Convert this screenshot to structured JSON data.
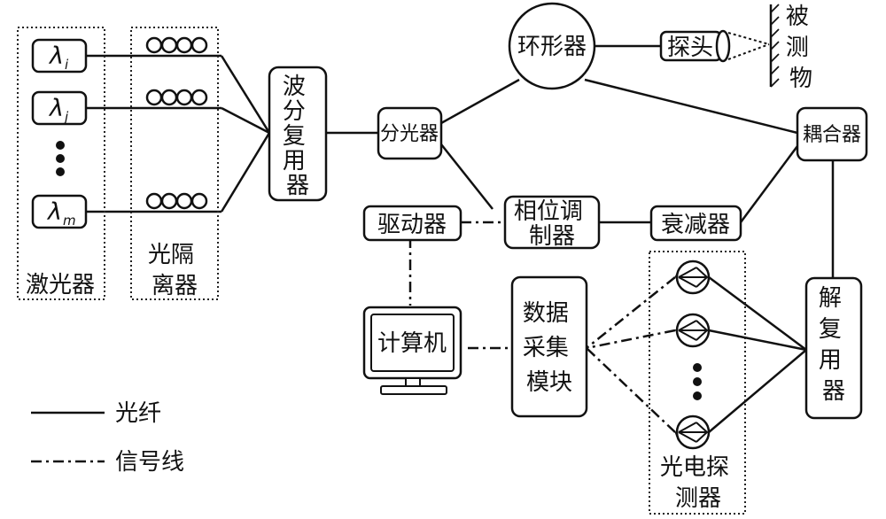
{
  "laser_group_label": "激光器",
  "isolator_group_label": "光隔离器",
  "lambda_symbol": "λ",
  "lasers": [
    {
      "subscript": "i"
    },
    {
      "subscript": "j"
    },
    {
      "subscript": "m"
    }
  ],
  "wdm_label": [
    "波",
    "分",
    "复",
    "用",
    "器"
  ],
  "splitter_label": "分光器",
  "circulator_label": "环形器",
  "probe_label": "探头",
  "target_label": [
    "被",
    "测",
    "物"
  ],
  "coupler_label": "耦合器",
  "phase_modulator_label": [
    "相位调",
    "制器"
  ],
  "attenuator_label": "衰减器",
  "driver_label": "驱动器",
  "computer_label": "计算机",
  "daq_label": [
    "数据",
    "采集",
    "模块"
  ],
  "photodetector_label": [
    "光电探",
    "测器"
  ],
  "demux_label": [
    "解",
    "复",
    "用",
    "器"
  ],
  "legend": {
    "fiber_label": "光纤",
    "signal_label": "信号线"
  }
}
